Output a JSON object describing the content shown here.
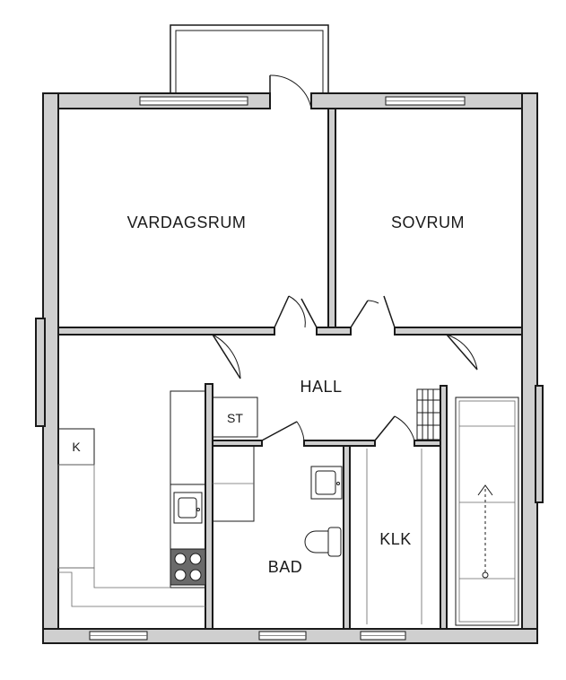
{
  "rooms": {
    "living_room": "VARDAGSRUM",
    "bedroom": "SOVRUM",
    "hall": "HALL",
    "storage": "ST",
    "bathroom": "BAD",
    "walk_in_closet": "KLK",
    "fridge": "K"
  },
  "colors": {
    "wall_fill": "#cfcfcf",
    "line": "#1a1a1a",
    "background": "#ffffff"
  }
}
